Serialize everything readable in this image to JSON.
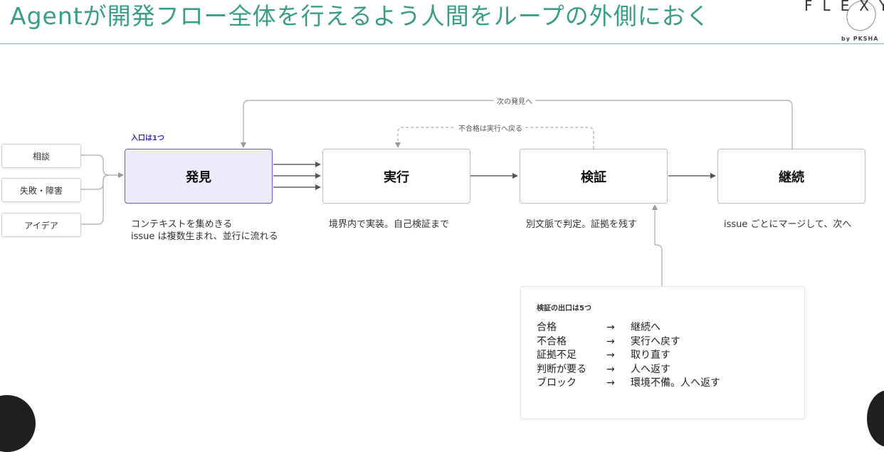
{
  "header": {
    "title": "Agentが開発フロー全体を行えるよう人間をループの外側におく",
    "logo_main": "FLEXY",
    "logo_sub": "by PKSHA"
  },
  "sources": [
    "相談",
    "失敗・障害",
    "アイデア"
  ],
  "entry_note": "入口は1つ",
  "stages": [
    {
      "label": "発見",
      "desc_lines": [
        "コンテキストを集めきる",
        "issue は複数生まれ、並行に流れる"
      ]
    },
    {
      "label": "実行",
      "desc_lines": [
        "境界内で実装。自己検証まで"
      ]
    },
    {
      "label": "検証",
      "desc_lines": [
        "別文脈で判定。証拠を残す"
      ]
    },
    {
      "label": "継続",
      "desc_lines": [
        "issue ごとにマージして、次へ"
      ]
    }
  ],
  "loop_labels": {
    "next_discovery": "次の発見へ",
    "fail_back": "不合格は実行へ戻る"
  },
  "verify_exits": {
    "title": "検証の出口は5つ",
    "rows": [
      {
        "cond": "合格",
        "arrow": "→",
        "result": "継続へ"
      },
      {
        "cond": "不合格",
        "arrow": "→",
        "result": "実行へ戻す"
      },
      {
        "cond": "証拠不足",
        "arrow": "→",
        "result": "取り直す"
      },
      {
        "cond": "判断が要る",
        "arrow": "→",
        "result": "人へ返す"
      },
      {
        "cond": "ブロック",
        "arrow": "→",
        "result": "環境不備。人へ返す"
      }
    ]
  },
  "colors": {
    "title": "#3a9e86",
    "active_fill": "#ecebfa",
    "active_border": "#6a5fc1",
    "entry_note": "#3a2fb5"
  }
}
